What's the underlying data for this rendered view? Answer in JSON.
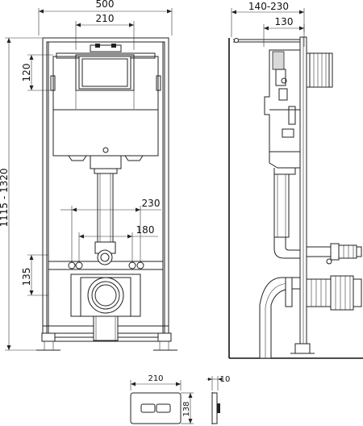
{
  "front_view": {
    "width_total": "500",
    "width_button": "210",
    "height_button_zone": "120",
    "height_range": "1115 - 1320",
    "spacing_outer": "230",
    "spacing_inner": "180",
    "height_connections": "135"
  },
  "side_view": {
    "depth_range": "140-230",
    "depth_frame": "130"
  },
  "flush_plate": {
    "width": "210",
    "height": "138",
    "thickness": "10"
  },
  "colors": {
    "line": "#222222",
    "background": "#ffffff",
    "fill_grey": "#d9d9d9"
  }
}
